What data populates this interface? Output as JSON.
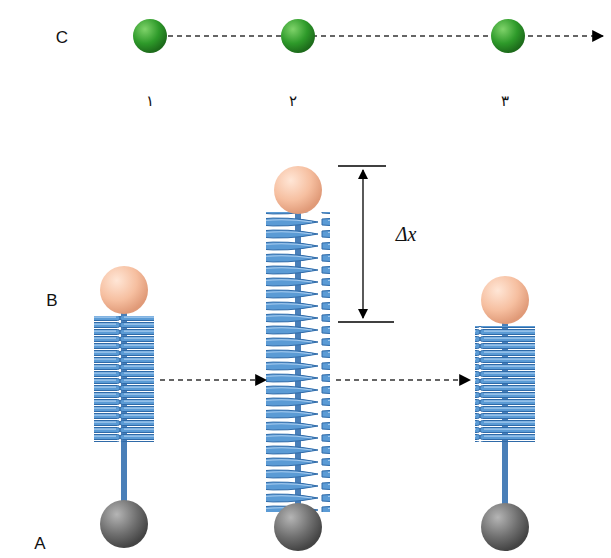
{
  "diagram": {
    "labels": [
      "C",
      "۱",
      "۲",
      "۳",
      "Δx",
      "B",
      "A"
    ]
  }
}
